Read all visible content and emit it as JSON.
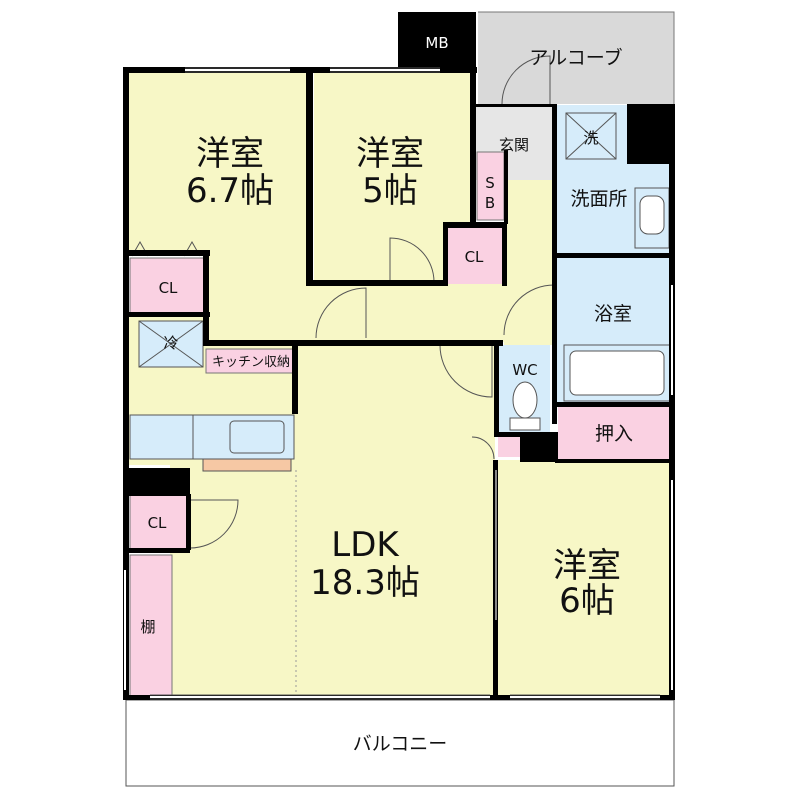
{
  "plan": {
    "alcove": "アルコーブ",
    "mb": "MB",
    "entrance": "玄関",
    "shoe_box_1": "S",
    "shoe_box_2": "B",
    "wash_machine": "洗",
    "washroom": "洗面所",
    "bath": "浴室",
    "wc": "WC",
    "oshiire": "押入",
    "room_a_name": "洋室",
    "room_a_size": "6.7帖",
    "room_b_name": "洋室",
    "room_b_size": "5帖",
    "room_c_name": "洋室",
    "room_c_size": "6帖",
    "closet_a": "CL",
    "closet_b": "CL",
    "closet_c": "CL",
    "fridge": "冷",
    "kitchen_storage": "キッチン収納",
    "ldk_name": "LDK",
    "ldk_size": "18.3帖",
    "shelf": "棚",
    "balcony": "バルコニー"
  },
  "colors": {
    "room_yellow": "#f7f7c6",
    "storage_pink": "#fad1e2",
    "wet_blue": "#d6ecfa",
    "hall_gray": "#e6e6e6",
    "alcove_gray": "#d9d9d9",
    "wall": "#000000",
    "counter_orange": "#f6c8a4"
  }
}
